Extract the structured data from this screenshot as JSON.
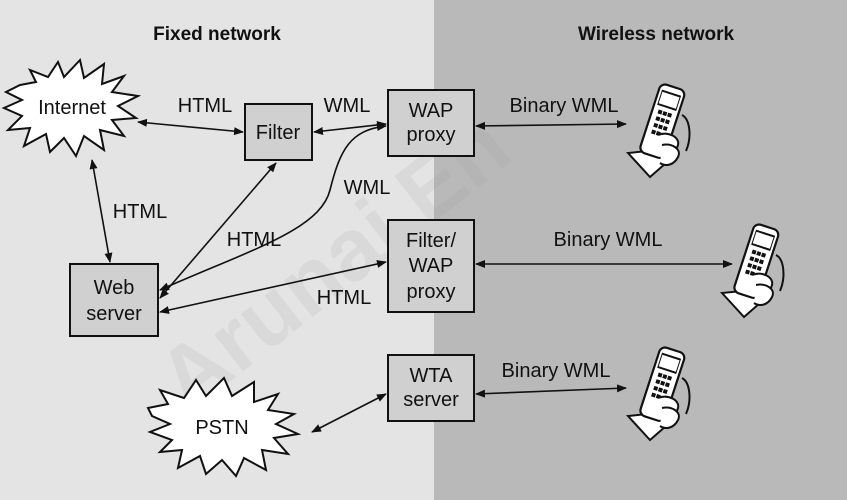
{
  "panels": {
    "fixed_title": "Fixed network",
    "wireless_title": "Wireless network"
  },
  "colors": {
    "fixed_bg": "#e4e4e4",
    "wireless_bg": "#b9b9b9",
    "box_fill": "#d0d0d0",
    "stroke": "#111111"
  },
  "nodes": {
    "internet": "Internet",
    "pstn": "PSTN",
    "filter": "Filter",
    "wap_proxy": [
      "WAP",
      "proxy"
    ],
    "web_server": [
      "Web",
      "server"
    ],
    "filter_wap_proxy": [
      "Filter/",
      "WAP",
      "proxy"
    ],
    "wta_server": [
      "WTA",
      "server"
    ]
  },
  "edges": {
    "internet_filter": "HTML",
    "filter_wap": "WML",
    "internet_web": "HTML",
    "web_wap_wml": "WML",
    "web_filter": "HTML",
    "web_filter_wap": "HTML",
    "wap_phone": "Binary WML",
    "filterwap_phone": "Binary WML",
    "wta_phone": "Binary WML"
  },
  "watermark": "Arunai En",
  "icons": [
    "mobile-phone-icon",
    "mobile-phone-icon",
    "mobile-phone-icon"
  ]
}
